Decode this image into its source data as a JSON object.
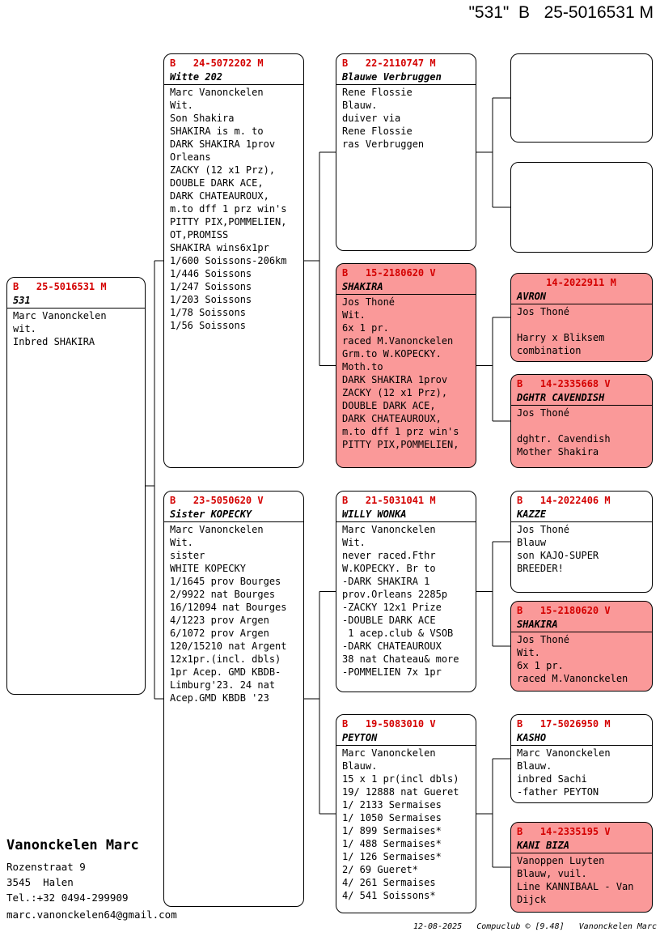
{
  "title": "\"531\"  B   25-5016531 M",
  "colors": {
    "highlight_pink": "#fa9999",
    "ring_red": "#d40000"
  },
  "boxes": [
    {
      "id": "subject",
      "pink": false,
      "header": "B   25-5016531 M",
      "name": "531",
      "lines": [
        "Marc Vanonckelen",
        "wit.",
        "Inbred SHAKIRA"
      ]
    },
    {
      "id": "sire",
      "pink": false,
      "header": "B   24-5072202 M",
      "name": "Witte 202",
      "lines": [
        "Marc Vanonckelen",
        "Wit.",
        "Son Shakira",
        "SHAKIRA is m. to",
        "DARK SHAKIRA 1prov",
        "Orleans",
        "ZACKY (12 x1 Prz),",
        "DOUBLE DARK ACE,",
        "DARK CHATEAUROUX,",
        "m.to dff 1 prz win's",
        "PITTY PIX,POMMELIEN,",
        "OT,PROMISS",
        "SHAKIRA wins6x1pr",
        "1/600 Soissons-206km",
        "1/446 Soissons",
        "1/247 Soissons",
        "1/203 Soissons",
        "1/78 Soissons",
        "1/56 Soissons"
      ]
    },
    {
      "id": "dam",
      "pink": false,
      "header": "B   23-5050620 V",
      "name": "Sister KOPECKY",
      "lines": [
        "Marc Vanonckelen",
        "Wit.",
        "sister",
        "WHITE KOPECKY",
        "1/1645 prov Bourges",
        "2/9922 nat Bourges",
        "16/12094 nat Bourges",
        "4/1223 prov Argen",
        "6/1072 prov Argen",
        "120/15210 nat Argent",
        "12x1pr.(incl. dbls)",
        "1pr Acep. GMD KBDB-",
        "Limburg'23. 24 nat",
        "Acep.GMD KBDB '23"
      ]
    },
    {
      "id": "ssire",
      "pink": false,
      "header": "B   22-2110747 M",
      "name": "Blauwe Verbruggen",
      "lines": [
        "Rene Flossie",
        "Blauw.",
        "duiver via",
        "Rene Flossie",
        "ras Verbruggen"
      ]
    },
    {
      "id": "sdam",
      "pink": true,
      "header": "B   15-2180620 V",
      "name": "SHAKIRA",
      "lines": [
        "Jos Thoné",
        "Wit.",
        "6x 1 pr.",
        "raced M.Vanonckelen",
        "Grm.to W.KOPECKY.",
        "Moth.to",
        "DARK SHAKIRA 1prov",
        "ZACKY (12 x1 Prz),",
        "DOUBLE DARK ACE,",
        "DARK CHATEAUROUX,",
        "m.to dff 1 prz win's",
        "PITTY PIX,POMMELIEN,"
      ]
    },
    {
      "id": "dsire",
      "pink": false,
      "header": "B   21-5031041 M",
      "name": "WILLY WONKA",
      "lines": [
        "Marc Vanonckelen",
        "Wit.",
        "never raced.Fthr",
        "W.KOPECKY. Br to",
        "-DARK SHAKIRA 1",
        "prov.Orleans 2285p",
        "-ZACKY 12x1 Prize",
        "-DOUBLE DARK ACE",
        " 1 acep.club & VSOB",
        "-DARK CHATEAUROUX",
        "38 nat Chateau& more",
        "-POMMELIEN 7x 1pr"
      ]
    },
    {
      "id": "ddam",
      "pink": false,
      "header": "B   19-5083010 V",
      "name": "PEYTON",
      "lines": [
        "Marc Vanonckelen",
        "Blauw.",
        "15 x 1 pr(incl dbls)",
        "19/ 12888 nat Gueret",
        "1/ 2133 Sermaises",
        "1/ 1050 Sermaises",
        "1/ 899 Sermaises*",
        "1/ 488 Sermaises*",
        "1/ 126 Sermaises*",
        "2/ 69 Gueret*",
        "4/ 261 Sermaises",
        "4/ 541 Soissons*"
      ]
    },
    {
      "id": "gg1",
      "pink": false,
      "empty": true
    },
    {
      "id": "gg2",
      "pink": false,
      "empty": true
    },
    {
      "id": "avron",
      "pink": true,
      "header": "     14-2022911 M",
      "name": "AVRON",
      "lines": [
        "Jos Thoné",
        "",
        "Harry x Bliksem",
        "combination"
      ]
    },
    {
      "id": "cavendish",
      "pink": true,
      "header": "B   14-2335668 V",
      "name": "DGHTR CAVENDISH",
      "lines": [
        "Jos Thoné",
        "",
        "dghtr. Cavendish",
        "Mother Shakira"
      ]
    },
    {
      "id": "kazze",
      "pink": false,
      "header": "B   14-2022406 M",
      "name": "KAZZE",
      "lines": [
        "Jos Thoné",
        "Blauw",
        "son KAJO-SUPER",
        "BREEDER!"
      ]
    },
    {
      "id": "shakira2",
      "pink": true,
      "header": "B   15-2180620 V",
      "name": "SHAKIRA",
      "lines": [
        "Jos Thoné",
        "Wit.",
        "6x 1 pr.",
        "raced M.Vanonckelen"
      ]
    },
    {
      "id": "kasho",
      "pink": false,
      "header": "B   17-5026950 M",
      "name": "KASHO",
      "lines": [
        "Marc Vanonckelen",
        "Blauw.",
        "inbred Sachi",
        "-father PEYTON"
      ]
    },
    {
      "id": "kanibiza",
      "pink": true,
      "header": "B   14-2335195 V",
      "name": "KANI BIZA",
      "lines": [
        "Vanoppen Luyten",
        "Blauw, vuil.",
        "Line KANNIBAAL - Van",
        "Dijck"
      ]
    }
  ],
  "contact": {
    "name": "Vanonckelen Marc",
    "address": [
      "Rozenstraat 9",
      "3545  Halen",
      "Tel.:+32 0494-299909"
    ],
    "email": "marc.vanonckelen64@gmail.com"
  },
  "footer": "12-08-2025   Compuclub © [9.48]   Vanonckelen Marc"
}
